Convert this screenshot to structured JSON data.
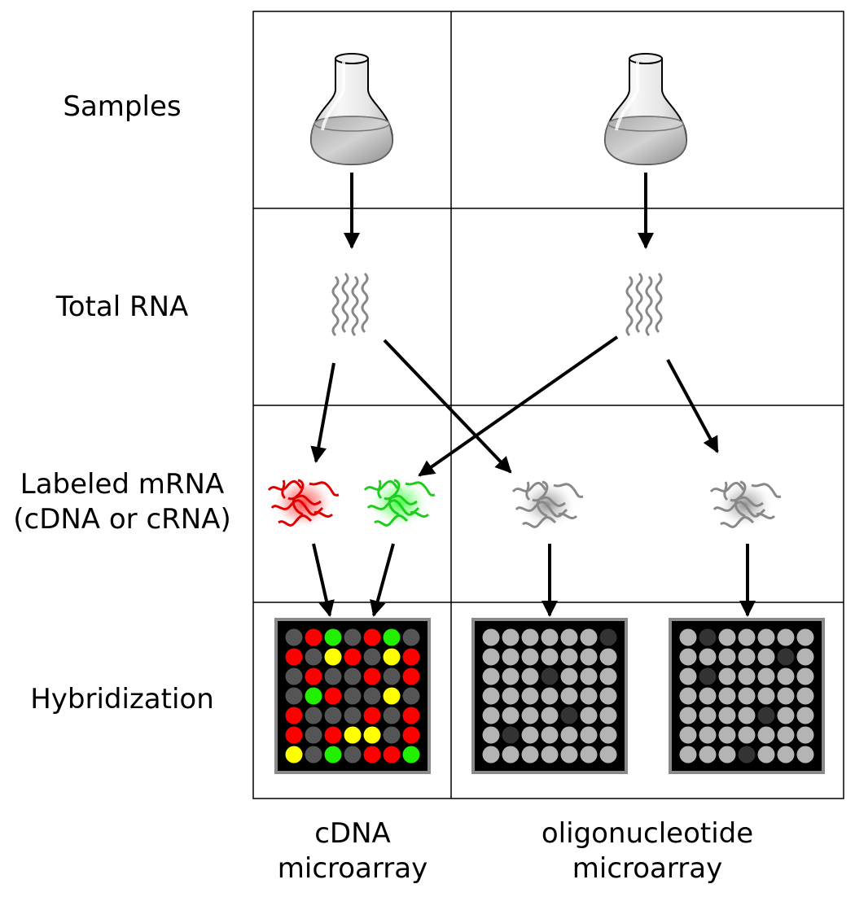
{
  "rows": {
    "samples": "Samples",
    "total_rna": "Total RNA",
    "labeled_line1": "Labeled mRNA",
    "labeled_line2": "(cDNA or cRNA)",
    "hybridization": "Hybridization"
  },
  "columns": {
    "cdna_line1": "cDNA",
    "cdna_line2": "microarray",
    "oligo_line1": "oligonucleotide",
    "oligo_line2": "microarray"
  },
  "colors": {
    "red": "#ff0000",
    "green": "#22ee00",
    "yellow": "#ffff00",
    "dark_spot": "#555555",
    "light_spot": "#b4b4b4",
    "very_dark_spot": "#333333",
    "array_bg": "#000000",
    "array_frame": "#8a8a8a"
  },
  "arrays": {
    "cdna": [
      [
        "d",
        "r",
        "g",
        "d",
        "r",
        "g",
        "d"
      ],
      [
        "r",
        "d",
        "y",
        "r",
        "d",
        "y",
        "r"
      ],
      [
        "d",
        "r",
        "d",
        "d",
        "r",
        "d",
        "r"
      ],
      [
        "d",
        "g",
        "r",
        "d",
        "d",
        "y",
        "d"
      ],
      [
        "r",
        "d",
        "d",
        "d",
        "r",
        "d",
        "r"
      ],
      [
        "r",
        "d",
        "r",
        "y",
        "y",
        "d",
        "r"
      ],
      [
        "y",
        "d",
        "g",
        "d",
        "r",
        "r",
        "g"
      ]
    ],
    "oligo1": [
      [
        "l",
        "l",
        "l",
        "l",
        "l",
        "l",
        "k"
      ],
      [
        "l",
        "l",
        "l",
        "l",
        "l",
        "l",
        "l"
      ],
      [
        "l",
        "l",
        "l",
        "k",
        "l",
        "l",
        "l"
      ],
      [
        "l",
        "l",
        "l",
        "l",
        "l",
        "l",
        "l"
      ],
      [
        "l",
        "l",
        "l",
        "l",
        "k",
        "l",
        "l"
      ],
      [
        "l",
        "k",
        "l",
        "l",
        "l",
        "l",
        "l"
      ],
      [
        "l",
        "l",
        "l",
        "l",
        "l",
        "l",
        "l"
      ]
    ],
    "oligo2": [
      [
        "l",
        "k",
        "l",
        "l",
        "l",
        "l",
        "l"
      ],
      [
        "l",
        "l",
        "l",
        "l",
        "l",
        "k",
        "l"
      ],
      [
        "l",
        "k",
        "l",
        "l",
        "l",
        "l",
        "l"
      ],
      [
        "l",
        "l",
        "l",
        "l",
        "l",
        "l",
        "l"
      ],
      [
        "l",
        "l",
        "l",
        "l",
        "k",
        "l",
        "l"
      ],
      [
        "l",
        "l",
        "l",
        "l",
        "l",
        "l",
        "l"
      ],
      [
        "l",
        "l",
        "l",
        "k",
        "l",
        "l",
        "l"
      ]
    ]
  }
}
